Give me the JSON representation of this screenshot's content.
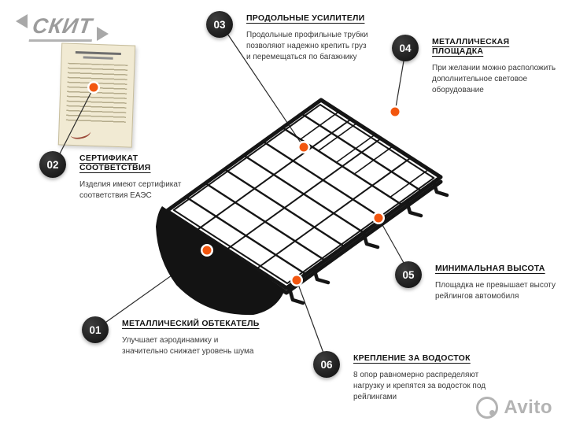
{
  "brand": {
    "logo_text": "СКИТ"
  },
  "watermark": {
    "text": "Avito"
  },
  "colors": {
    "accent_dot": "#f2560f",
    "badge_bg": "#1a1a1a",
    "rack": "#151515",
    "certificate_paper": "#f1ead3"
  },
  "callouts": [
    {
      "number": "01",
      "title": "МЕТАЛЛИЧЕСКИЙ ОБТЕКАТЕЛЬ",
      "body": "Улучшает аэродинамику и значительно снижает уровень шума"
    },
    {
      "number": "02",
      "title": "СЕРТИФИКАТ СООТВЕТСТВИЯ",
      "body": "Изделия имеют сертификат соответствия ЕАЭС"
    },
    {
      "number": "03",
      "title": "ПРОДОЛЬНЫЕ УСИЛИТЕЛИ",
      "body": "Продольные профильные трубки позволяют надежно крепить груз и перемещаться по багажнику"
    },
    {
      "number": "04",
      "title": "МЕТАЛЛИЧЕСКАЯ ПЛОЩАДКА",
      "body": "При желании можно расположить дополнительное световое оборудование"
    },
    {
      "number": "05",
      "title": "МИНИМАЛЬНАЯ ВЫСОТА",
      "body": "Площадка не превышает высоту рейлингов автомобиля"
    },
    {
      "number": "06",
      "title": "КРЕПЛЕНИЕ ЗА ВОДОСТОК",
      "body": "8 опор равномерно распределяют нагрузку и крепятся за водосток под рейлингами"
    }
  ]
}
